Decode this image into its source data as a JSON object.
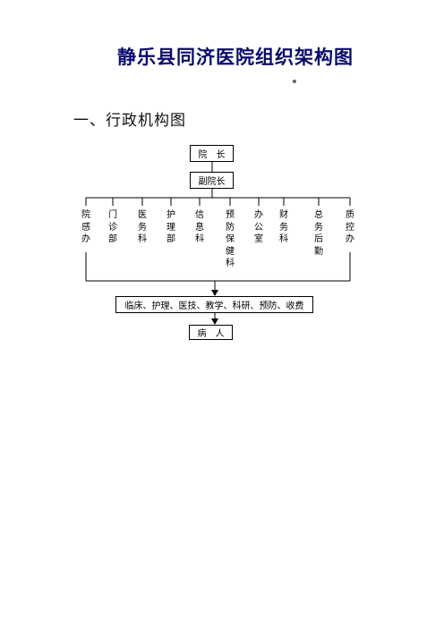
{
  "document": {
    "title": "静乐县同济医院组织架构图",
    "title_dot": "。",
    "section_heading": "一、行政机构图"
  },
  "org_chart": {
    "president": "院　长",
    "vice_president": "副院长",
    "departments": [
      "院感办",
      "门诊部",
      "医务科",
      "护理部",
      "信息科",
      "预防保健科",
      "办公室",
      "财务科",
      "总务后勤",
      "质控办"
    ],
    "services": "临床、护理、医技、教学、科研、预防、收费",
    "patients": "病　人"
  }
}
